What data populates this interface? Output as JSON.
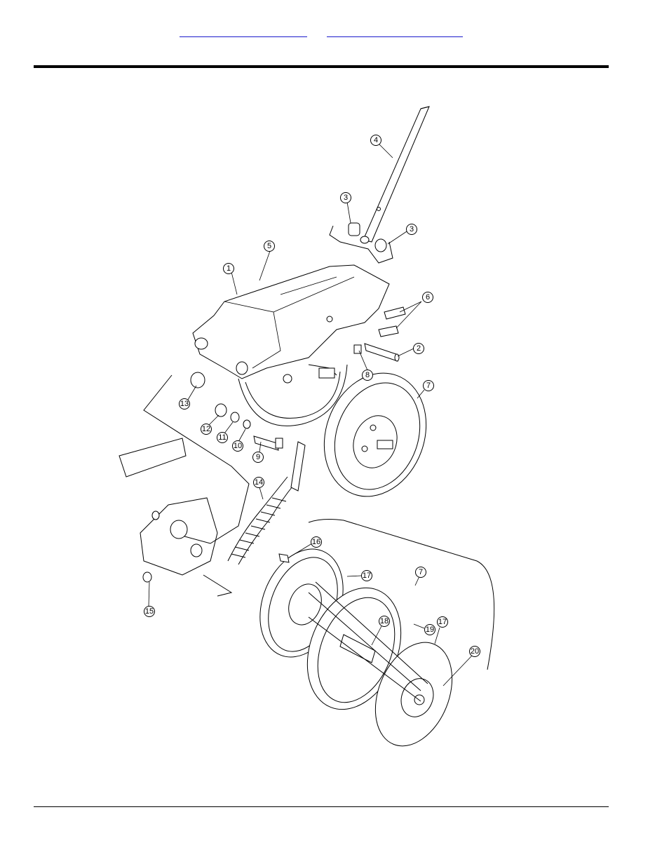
{
  "header": {
    "links": [
      {
        "label": ""
      },
      {
        "label": ""
      }
    ]
  },
  "diagram": {
    "callouts": [
      {
        "id": "c1",
        "label": "1"
      },
      {
        "id": "c2",
        "label": "2"
      },
      {
        "id": "c3a",
        "label": "3"
      },
      {
        "id": "c3b",
        "label": "3"
      },
      {
        "id": "c4",
        "label": "4"
      },
      {
        "id": "c5",
        "label": "5"
      },
      {
        "id": "c6",
        "label": "6"
      },
      {
        "id": "c7a",
        "label": "7"
      },
      {
        "id": "c7b",
        "label": "7"
      },
      {
        "id": "c8",
        "label": "8"
      },
      {
        "id": "c9",
        "label": "9"
      },
      {
        "id": "c10",
        "label": "10"
      },
      {
        "id": "c11",
        "label": "11"
      },
      {
        "id": "c12",
        "label": "12"
      },
      {
        "id": "c13",
        "label": "13"
      },
      {
        "id": "c14",
        "label": "14"
      },
      {
        "id": "c15",
        "label": "15"
      },
      {
        "id": "c16",
        "label": "16"
      },
      {
        "id": "c17a",
        "label": "17"
      },
      {
        "id": "c17b",
        "label": "17"
      },
      {
        "id": "c18",
        "label": "18"
      },
      {
        "id": "c19",
        "label": "19"
      },
      {
        "id": "c20",
        "label": "20"
      }
    ]
  }
}
